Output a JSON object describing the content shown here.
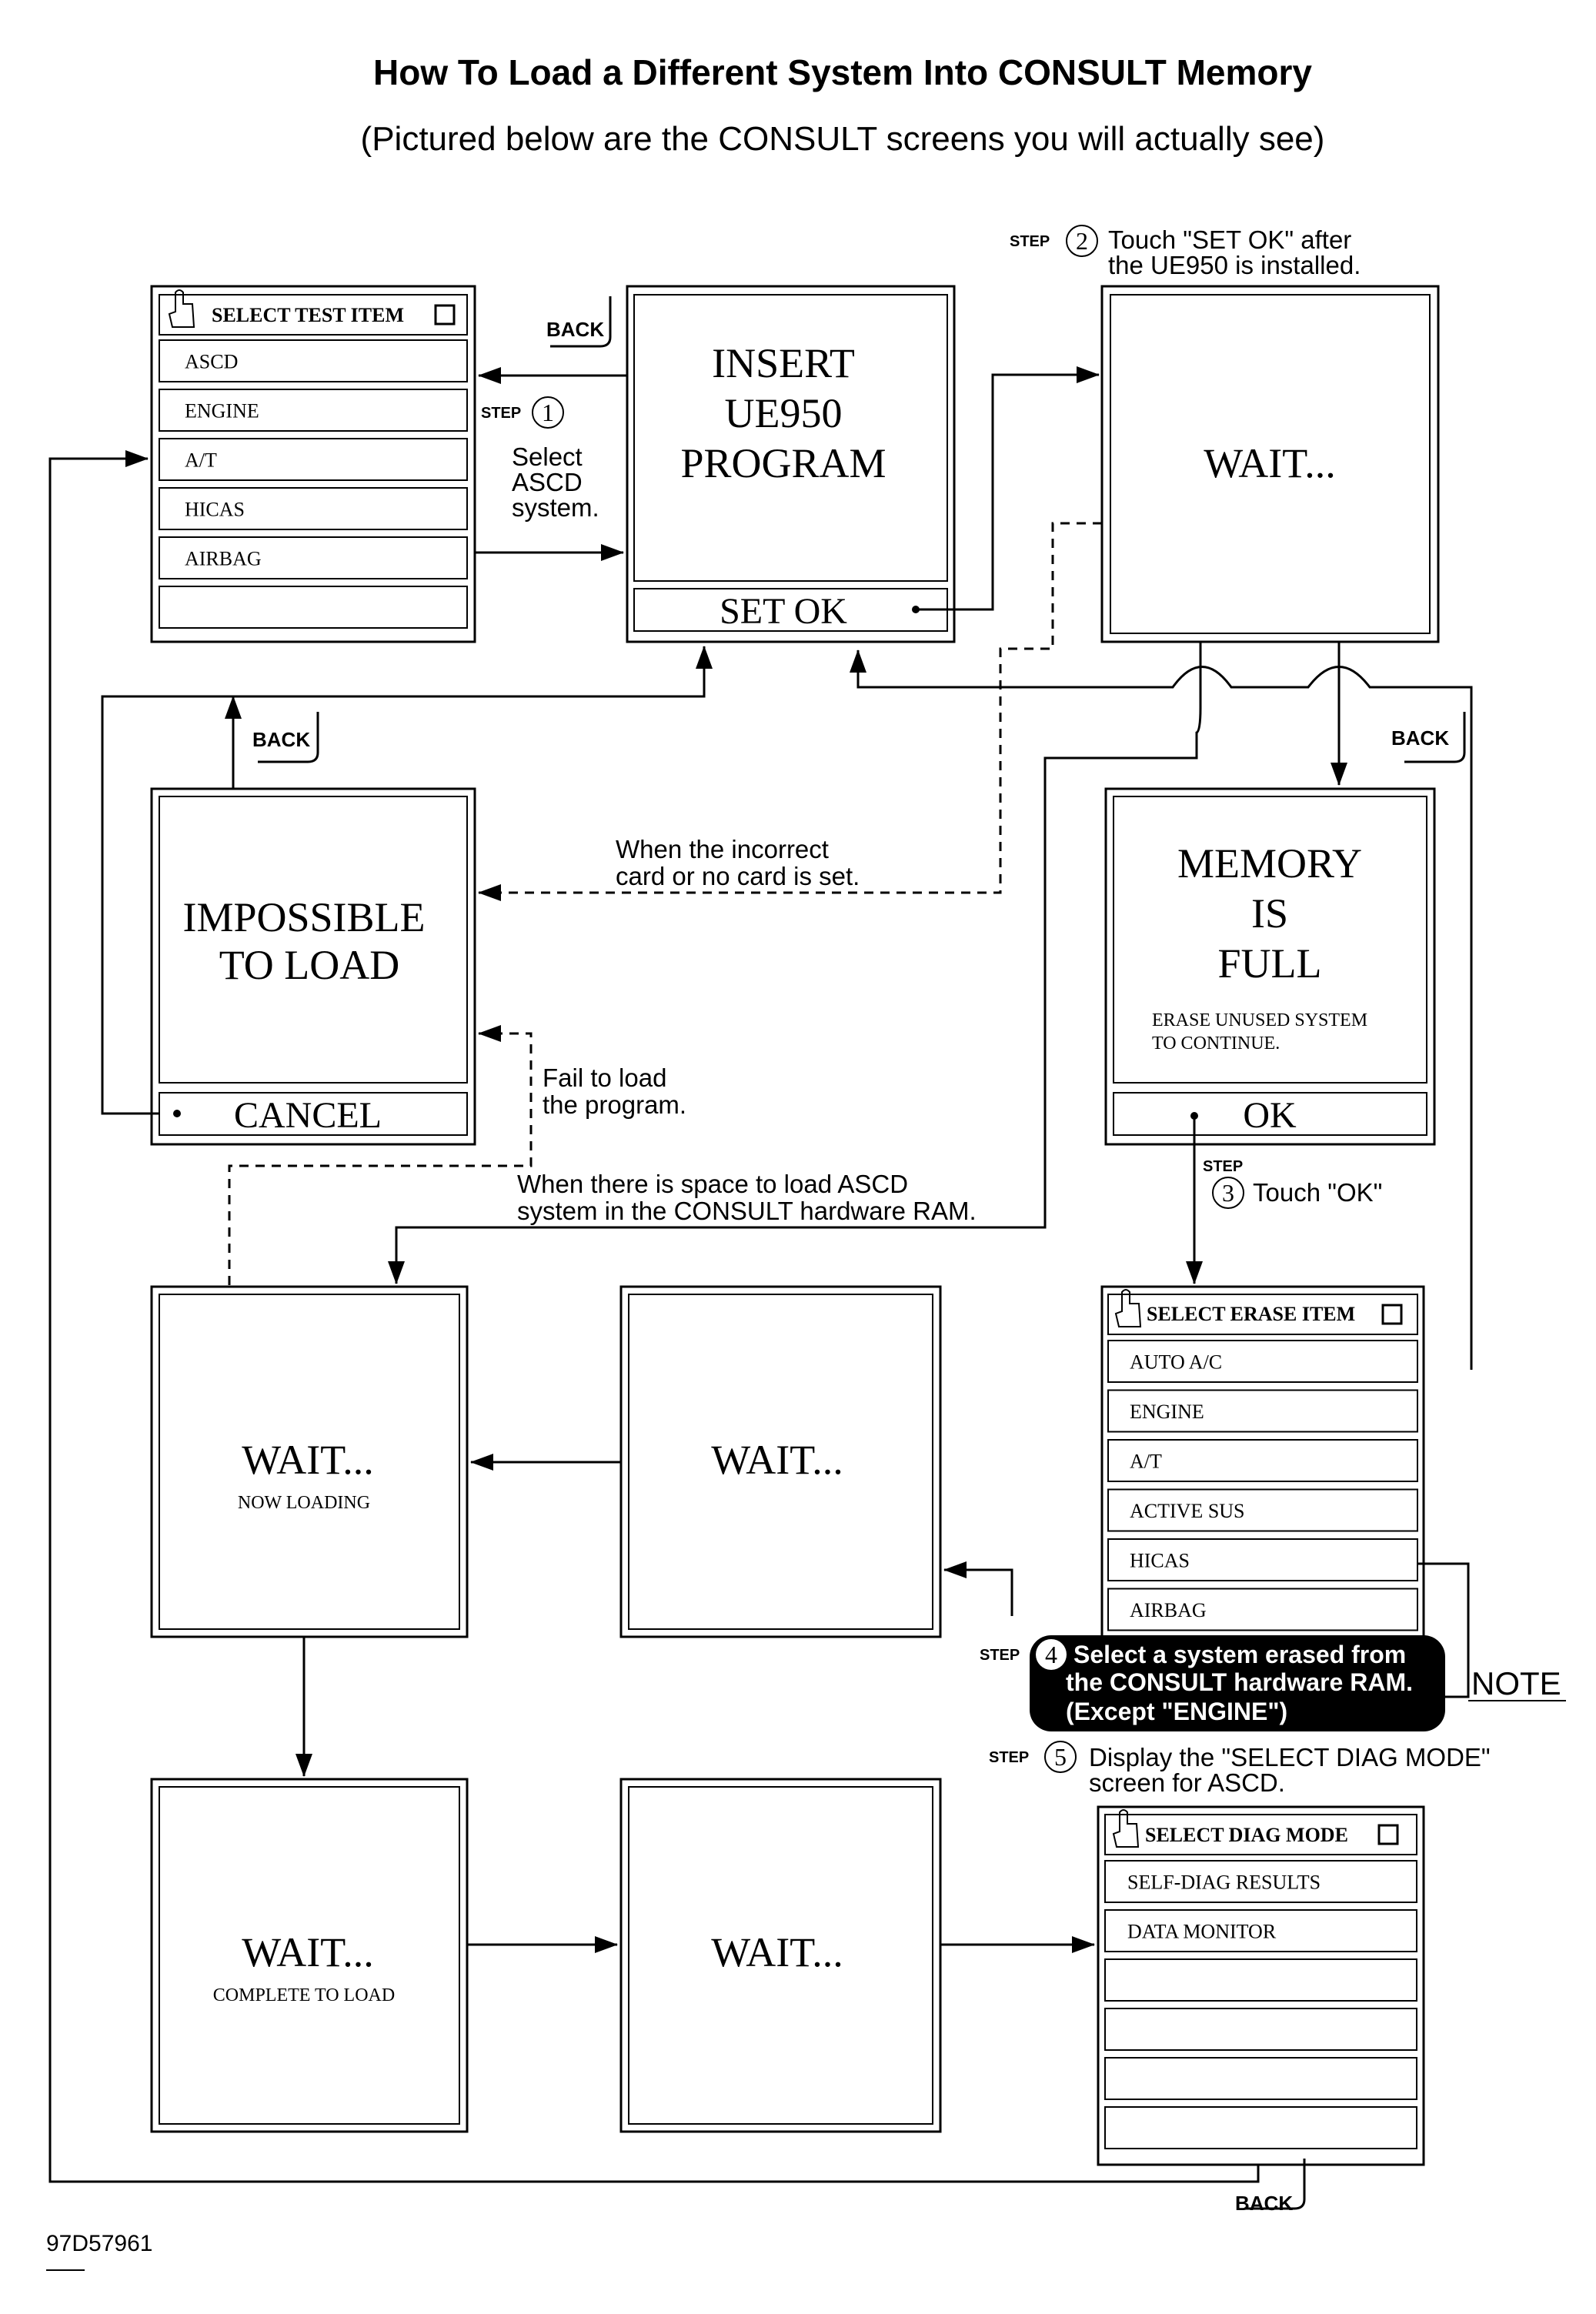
{
  "title": "How To Load a Different System Into CONSULT Memory",
  "subtitle": "(Pictured below are the CONSULT screens you will actually see)",
  "figure_id": "97D57961",
  "screens": {
    "select_test_item": {
      "header": "SELECT TEST ITEM",
      "items": [
        "ASCD",
        "ENGINE",
        "A/T",
        "HICAS",
        "AIRBAG",
        ""
      ]
    },
    "insert_program": {
      "lines": [
        "INSERT",
        "UE950",
        "PROGRAM"
      ],
      "button": "SET OK"
    },
    "wait_top": {
      "text": "WAIT..."
    },
    "impossible": {
      "lines": [
        "IMPOSSIBLE",
        "TO LOAD"
      ],
      "button": "CANCEL"
    },
    "memory_full": {
      "lines": [
        "MEMORY",
        "IS",
        "FULL"
      ],
      "message_lines": [
        "ERASE UNUSED SYSTEM",
        "TO CONTINUE."
      ],
      "button": "OK"
    },
    "wait_loading": {
      "text": "WAIT...",
      "sub": "NOW LOADING"
    },
    "wait_mid": {
      "text": "WAIT..."
    },
    "select_erase_item": {
      "header": "SELECT ERASE ITEM",
      "items": [
        "AUTO A/C",
        "ENGINE",
        "A/T",
        "ACTIVE SUS",
        "HICAS",
        "AIRBAG"
      ]
    },
    "wait_complete": {
      "text": "WAIT...",
      "sub": "COMPLETE TO LOAD"
    },
    "wait_bottom": {
      "text": "WAIT..."
    },
    "select_diag_mode": {
      "header": "SELECT DIAG MODE",
      "items": [
        "SELF-DIAG RESULTS",
        "DATA MONITOR",
        "",
        "",
        "",
        ""
      ]
    }
  },
  "steps": {
    "step_word": "STEP",
    "s1": {
      "num": "1",
      "lines": [
        "Select",
        "ASCD",
        "system."
      ]
    },
    "s2": {
      "num": "2",
      "lines": [
        "Touch \"SET OK\" after",
        "the UE950 is installed."
      ]
    },
    "s3": {
      "num": "3",
      "text": "Touch \"OK\""
    },
    "s4": {
      "num": "4",
      "lines": [
        "Select a system erased from",
        "the CONSULT hardware RAM.",
        "(Except \"ENGINE\")"
      ]
    },
    "s5": {
      "num": "5",
      "lines": [
        "Display the \"SELECT DIAG MODE\"",
        "screen for ASCD."
      ]
    }
  },
  "labels": {
    "back": "BACK",
    "note": "NOTE",
    "incorrect_card": [
      "When the incorrect",
      "card or no card is set."
    ],
    "fail_load": [
      "Fail to load",
      "the program."
    ],
    "space_load": [
      "When there is space to load ASCD",
      "system in the CONSULT hardware RAM."
    ]
  }
}
